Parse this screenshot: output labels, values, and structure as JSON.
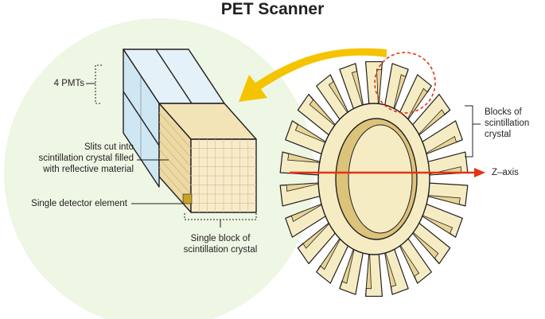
{
  "title": "PET Scanner",
  "labels": {
    "pmts": "4 PMTs",
    "slits": [
      "Slits cut into",
      "scintillation crystal filled",
      "with reflective material"
    ],
    "single_element": "Single detector element",
    "single_block": [
      "Single block of",
      "scintillation crystal"
    ],
    "blocks": [
      "Blocks of",
      "scintillation",
      "crystal"
    ],
    "z_axis": "Z–axis"
  },
  "colors": {
    "zoom_circle": "#eef6e4",
    "pmt_front": "#cfe6f3",
    "pmt_top": "#e4f1f9",
    "crystal_front": "#f8ebcc",
    "crystal_side": "#ecd9a3",
    "crystal_top": "#f3e4b8",
    "detector_element": "#c9a227",
    "ring_face": "#f6ecc4",
    "ring_inner": "#dcc37a",
    "block_face": "#f6ecc4",
    "block_side": "#e8d595",
    "arrow": "#f5c400",
    "z_axis": "#e63312",
    "highlight_circle": "#e63312",
    "outline": "#231f20"
  }
}
